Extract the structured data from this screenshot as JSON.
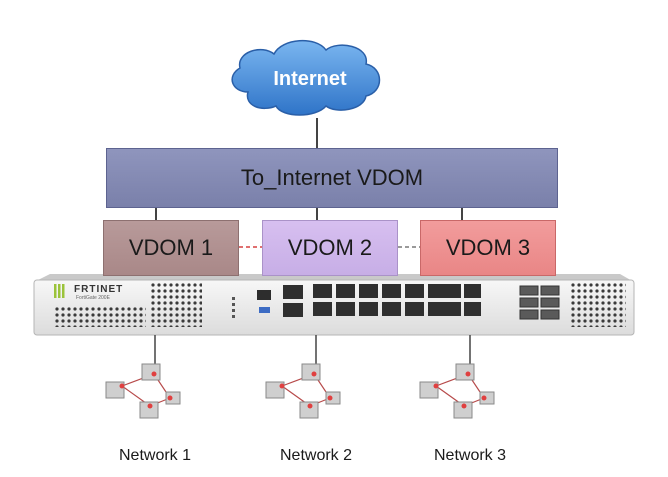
{
  "cloud": {
    "label": "Internet"
  },
  "top_vdom": {
    "label": "To_Internet VDOM"
  },
  "vdoms": [
    {
      "label": "VDOM 1"
    },
    {
      "label": "VDOM 2"
    },
    {
      "label": "VDOM 3"
    }
  ],
  "device": {
    "brand": "F⁠RTINET",
    "model": "FortiGate 200E"
  },
  "networks": [
    {
      "label": "Network 1"
    },
    {
      "label": "Network 2"
    },
    {
      "label": "Network 3"
    }
  ],
  "colors": {
    "cloud": "#4a8ed8",
    "top_vdom": "#8288b4",
    "vdom1": "#b08f8f",
    "vdom2": "#d2b9ee",
    "vdom3": "#ef8f8f",
    "brand_green": "#9bc33a",
    "link_red": "#e07070"
  }
}
